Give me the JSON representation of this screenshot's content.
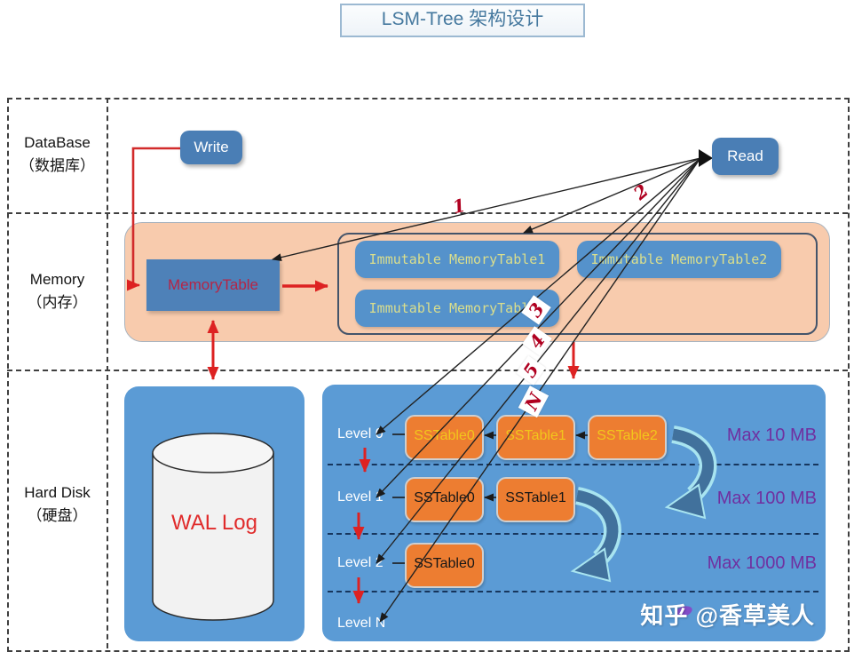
{
  "title": "LSM-Tree 架构设计",
  "bands": {
    "database": {
      "en": "DataBase",
      "zh": "（数据库）"
    },
    "memory": {
      "en": "Memory",
      "zh": "（内存）"
    },
    "disk": {
      "en": "Hard Disk",
      "zh": "（硬盘）"
    }
  },
  "actions": {
    "write": "Write",
    "read": "Read"
  },
  "memory": {
    "memorytable": "MemoryTable",
    "immutable": [
      "Immutable MemoryTable1",
      "Immutable MemoryTable2",
      "Immutable MemoryTable3"
    ]
  },
  "disk": {
    "wal": "WAL Log",
    "levels": [
      {
        "name": "Level 0",
        "sstables": [
          "SSTable0",
          "SSTable1",
          "SSTable2"
        ],
        "max": "Max 10 MB"
      },
      {
        "name": "Level 1",
        "sstables": [
          "SSTable0",
          "SSTable1"
        ],
        "max": "Max 100 MB"
      },
      {
        "name": "Level 2",
        "sstables": [
          "SSTable0"
        ],
        "max": "Max 1000 MB"
      },
      {
        "name": "Level N",
        "sstables": [],
        "max": ""
      }
    ],
    "watermark": "知乎 @香草美人"
  },
  "read_paths": {
    "labels": [
      "1",
      "2",
      "3",
      "4",
      "5",
      "N"
    ]
  },
  "colors": {
    "accent_blue": "#4a7eb5",
    "panel_blue": "#5b9bd5",
    "peach": "#f8cbad",
    "orange": "#ed7d31",
    "purple": "#7030a0",
    "red": "#dd2222",
    "yellow_text": "#f2c61c"
  }
}
